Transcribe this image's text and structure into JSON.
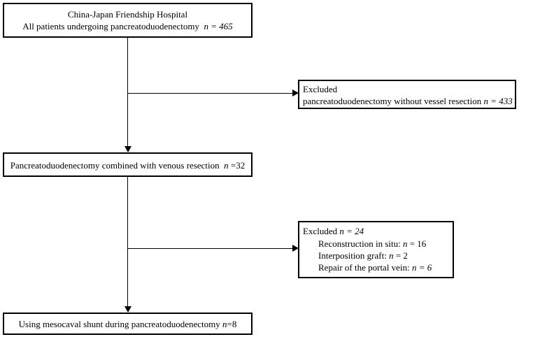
{
  "boxes": {
    "start": {
      "line1": "China-Japan Friendship Hospital",
      "line2": "All patients undergoing pancreatoduodenectomy",
      "n_label": "n",
      "n_value": "= 465"
    },
    "excluded1": {
      "line1": "Excluded",
      "line2": "pancreatoduodenectomy without vessel resection",
      "n_label": "n",
      "n_value": "= 433"
    },
    "venous": {
      "text": "Pancreatoduodenectomy combined with venous resection",
      "n_label": "n",
      "n_value": "=32"
    },
    "excluded2": {
      "title": "Excluded",
      "n_label": "n",
      "n_value": "= 24",
      "items": [
        {
          "text": "Reconstruction in situ:",
          "n_label": "n",
          "n_value": "= 16"
        },
        {
          "text": "Interposition graft:",
          "n_label": "n",
          "n_value": "= 2"
        },
        {
          "text": "Repair of the portal vein:",
          "n_label": "n",
          "n_value": "= 6"
        }
      ]
    },
    "final": {
      "text": "Using mesocaval shunt during pancreatoduodenectomy",
      "n_label": "n",
      "n_value": "=8"
    }
  }
}
